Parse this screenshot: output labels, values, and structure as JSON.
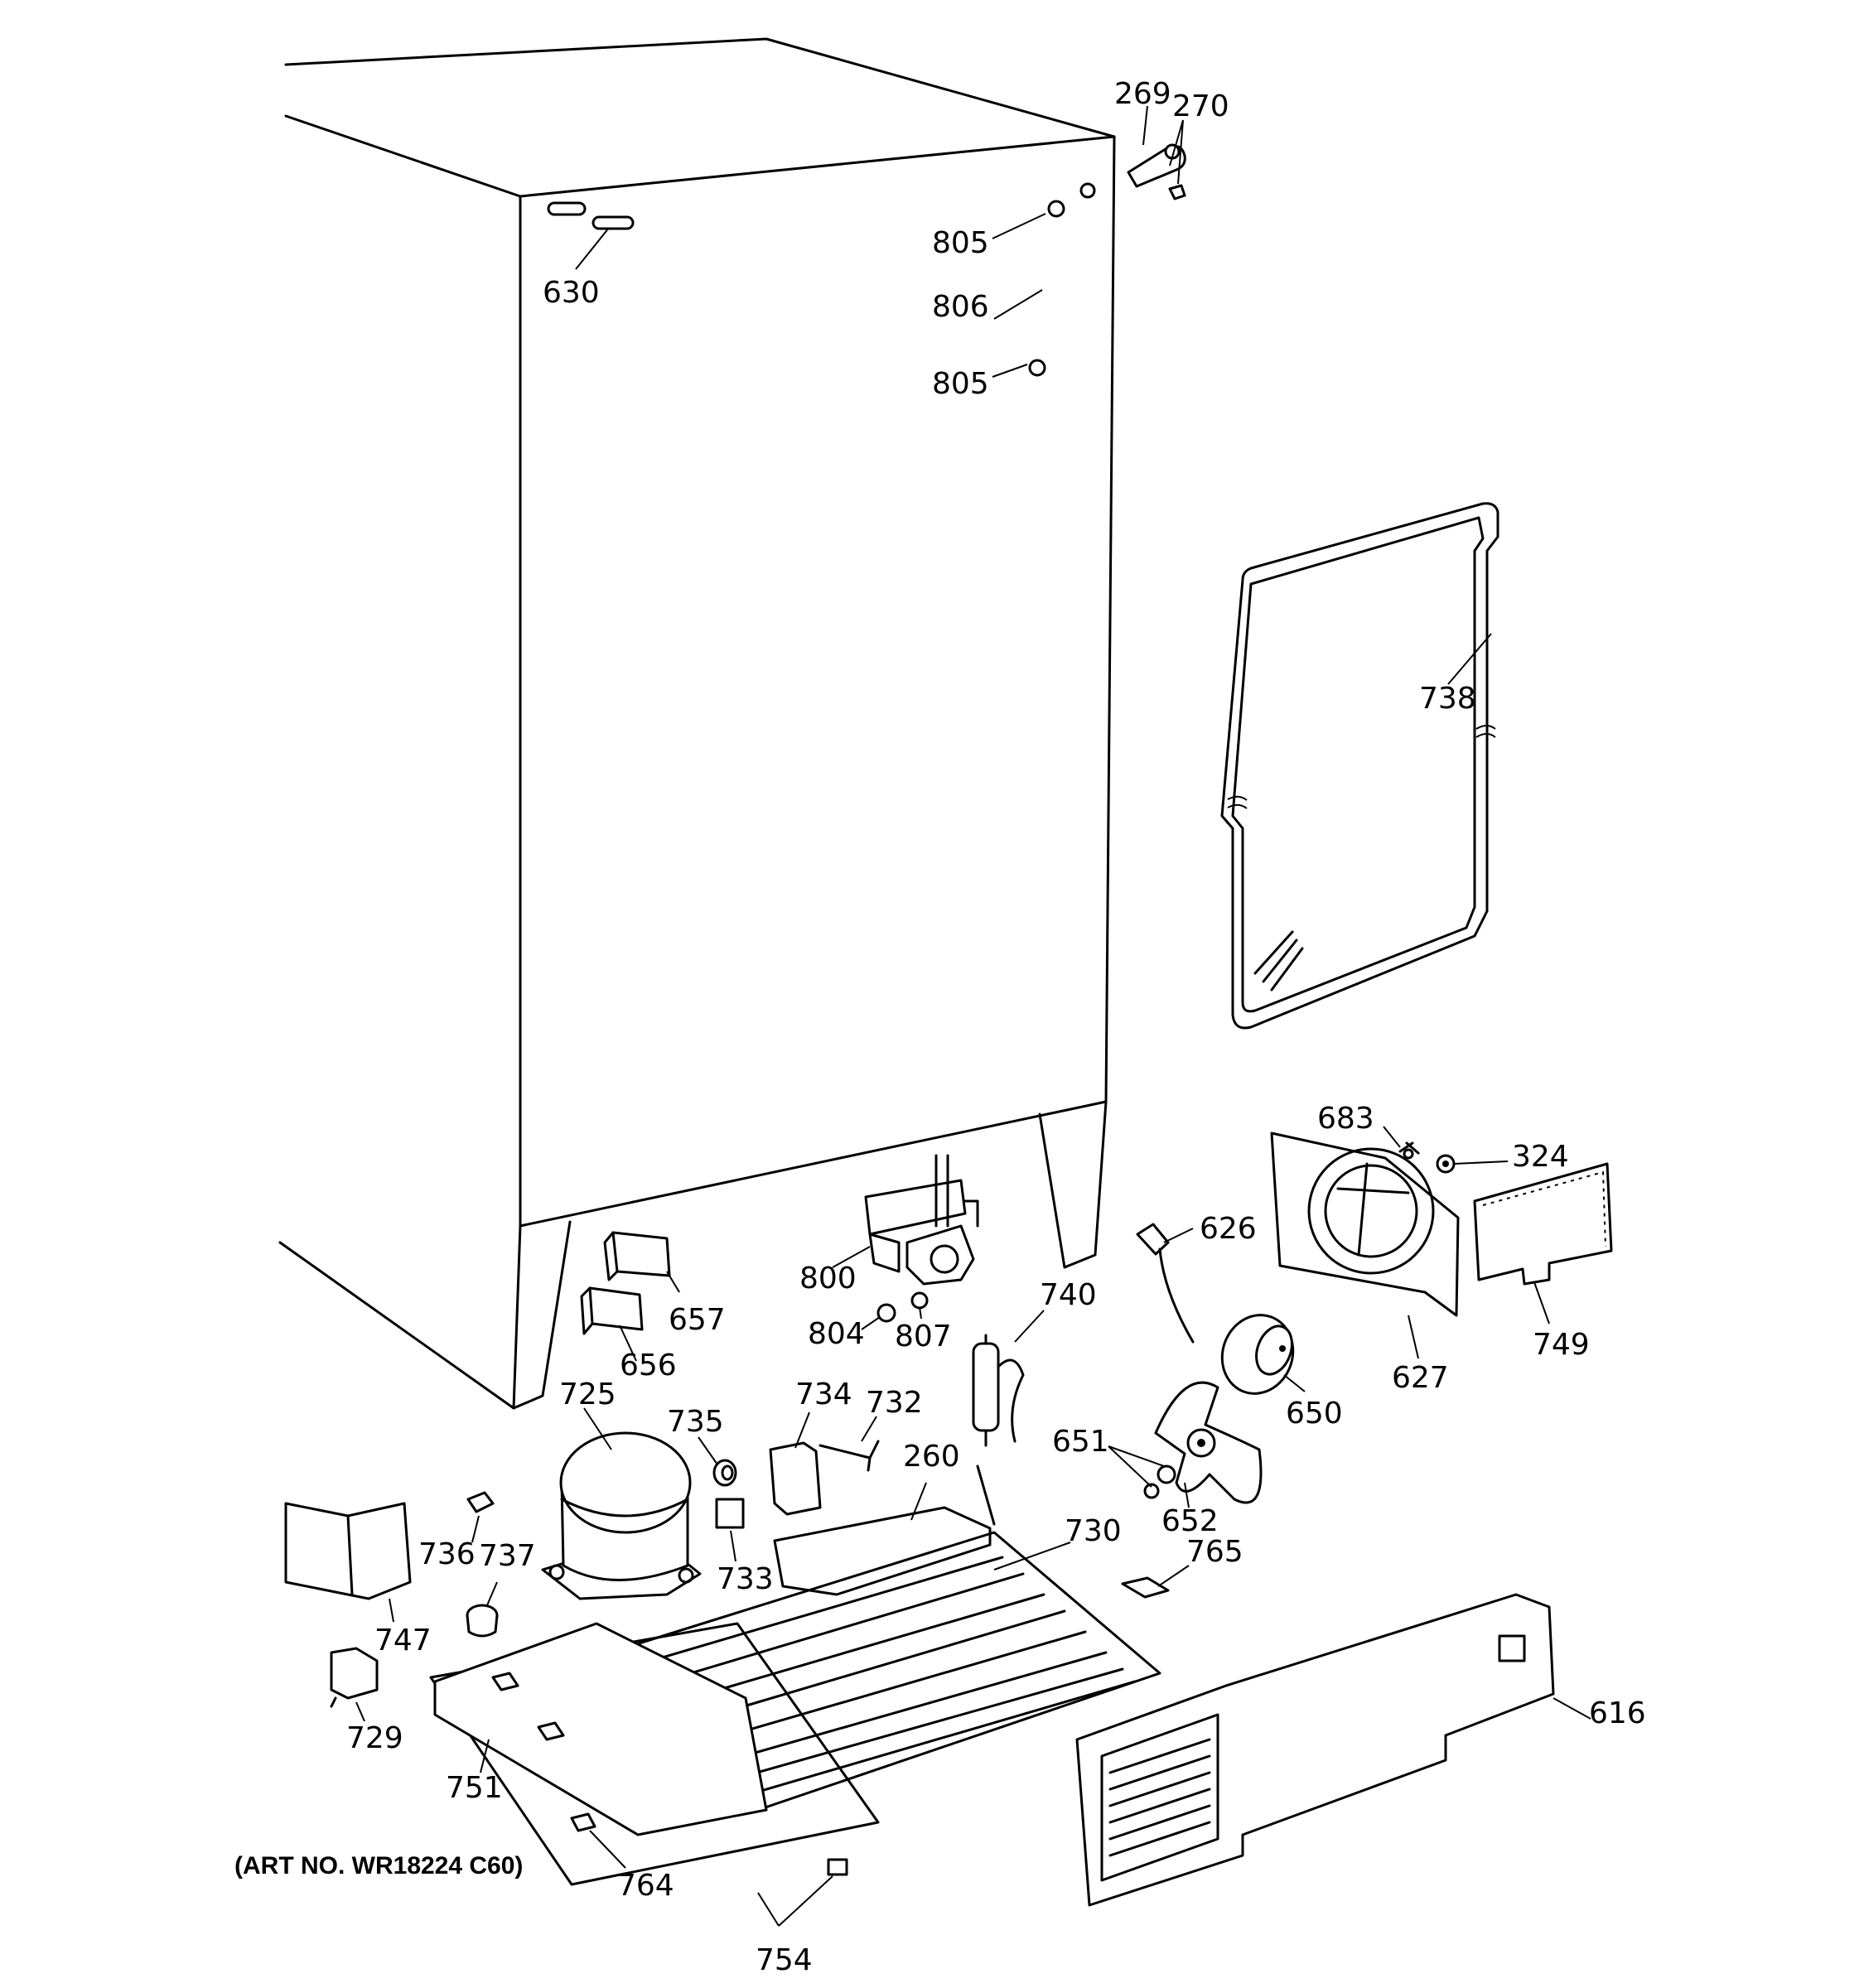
{
  "labels": {
    "p269": "269",
    "p270": "270",
    "p630": "630",
    "p805a": "805",
    "p806": "806",
    "p805b": "805",
    "p738": "738",
    "p683": "683",
    "p324": "324",
    "p626": "626",
    "p800": "800",
    "p657": "657",
    "p656": "656",
    "p804": "804",
    "p807": "807",
    "p740": "740",
    "p749": "749",
    "p627": "627",
    "p650": "650",
    "p725": "725",
    "p735": "735",
    "p734": "734",
    "p732": "732",
    "p260": "260",
    "p651": "651",
    "p652": "652",
    "p730": "730",
    "p765": "765",
    "p736": "736",
    "p737": "737",
    "p733": "733",
    "p747": "747",
    "p729": "729",
    "p751": "751",
    "p616": "616",
    "p764": "764",
    "p754": "754"
  },
  "art_number": "(ART NO. WR18224 C60)"
}
